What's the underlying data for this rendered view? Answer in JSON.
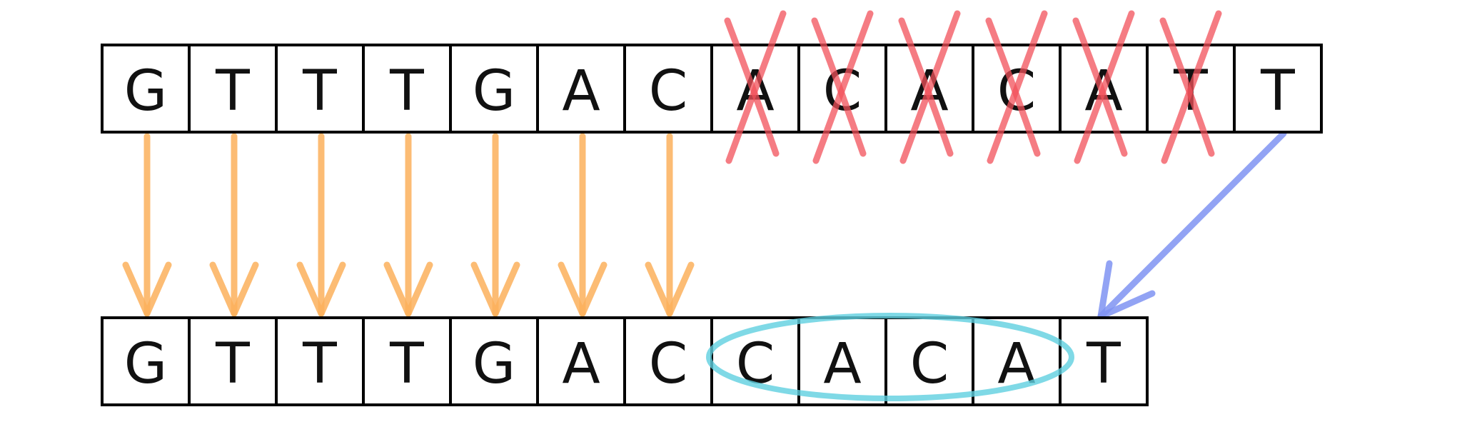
{
  "top_row": [
    "G",
    "T",
    "T",
    "T",
    "G",
    "A",
    "C",
    "A",
    "C",
    "A",
    "C",
    "A",
    "T",
    "T"
  ],
  "bottom_row": [
    "G",
    "T",
    "T",
    "T",
    "G",
    "A",
    "C",
    "C",
    "A",
    "C",
    "A",
    "T"
  ],
  "crossed_out_top_indices": [
    7,
    8,
    9,
    10,
    11,
    12
  ],
  "copied_top_indices": [
    0,
    1,
    2,
    3,
    4,
    5,
    6
  ],
  "moved": {
    "from_top_index": 13,
    "to_bottom_index": 11
  },
  "highlighted_bottom_range": [
    7,
    10
  ],
  "colors": {
    "ink": "#111111",
    "cell_border": "#000000",
    "cross": "#f2505a",
    "copy_arrow": "#fbb05c",
    "move_arrow": "#7f93f2",
    "highlight": "#5fd0e0"
  }
}
